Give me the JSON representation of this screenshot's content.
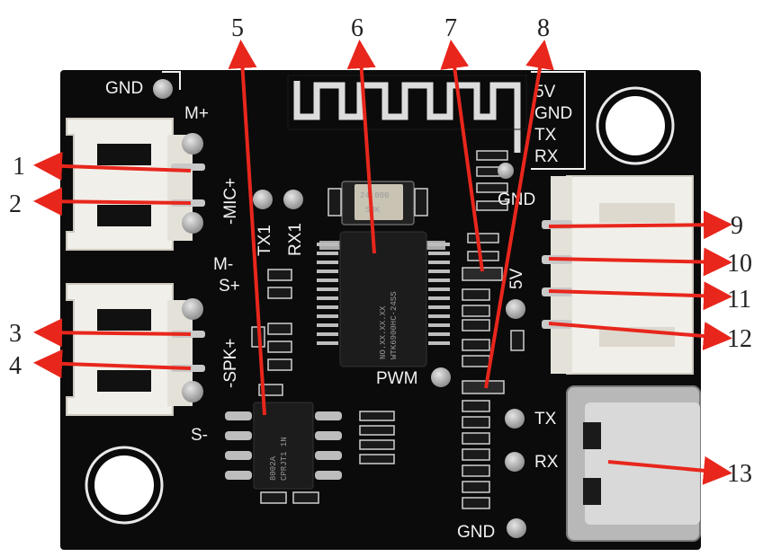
{
  "board": {
    "top_labels": {
      "gnd": "GND",
      "m_plus": "M+",
      "mic_plus": "-MIC+",
      "m_minus": "M-",
      "s_plus": "S+",
      "spk_plus": "-SPK+",
      "s_minus": "S-",
      "tx1": "TX1",
      "rx1": "RX1",
      "v5": "5V",
      "gnd2": "GND",
      "tx": "TX",
      "rx": "RX",
      "gnd_mid": "GND",
      "v5_mid": "5V",
      "pwm": "PWM",
      "tx_bottom": "TX",
      "rx_bottom": "RX",
      "gnd_bottom": "GND"
    },
    "chip_text": {
      "crystal_1": "24.000",
      "crystal_2": "SJK",
      "main_ic_1": "WTK6900HC-24SS",
      "main_ic_2": "NO.XX.XX.XX",
      "amp_1": "8002A",
      "amp_2": "CPRJT1 1N"
    }
  },
  "callouts": [
    "1",
    "2",
    "3",
    "4",
    "5",
    "6",
    "7",
    "8",
    "9",
    "10",
    "11",
    "12",
    "13"
  ],
  "colors": {
    "pcb": "#0b0b0b",
    "silkscreen": "#f2f2f2",
    "connector": "#f1efe9",
    "arrow": "#e8261c",
    "pad": "#b8b8b8"
  }
}
